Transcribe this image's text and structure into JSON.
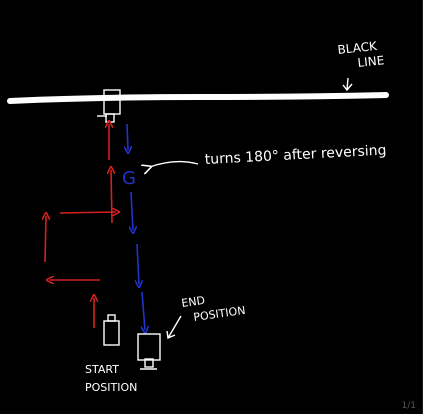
{
  "labels": {
    "black_line": [
      "BLACK",
      "LINE"
    ],
    "turn_note": "turns 180° after reversing",
    "turn_glyph": "G",
    "start_position": [
      "START",
      "POSITION"
    ],
    "end_position": [
      "END",
      "POSITION"
    ]
  },
  "page_counter": "1/1",
  "colors": {
    "background": "#000000",
    "ink": "#ffffff",
    "forward_path": "#d42020",
    "return_path": "#2233cc"
  }
}
